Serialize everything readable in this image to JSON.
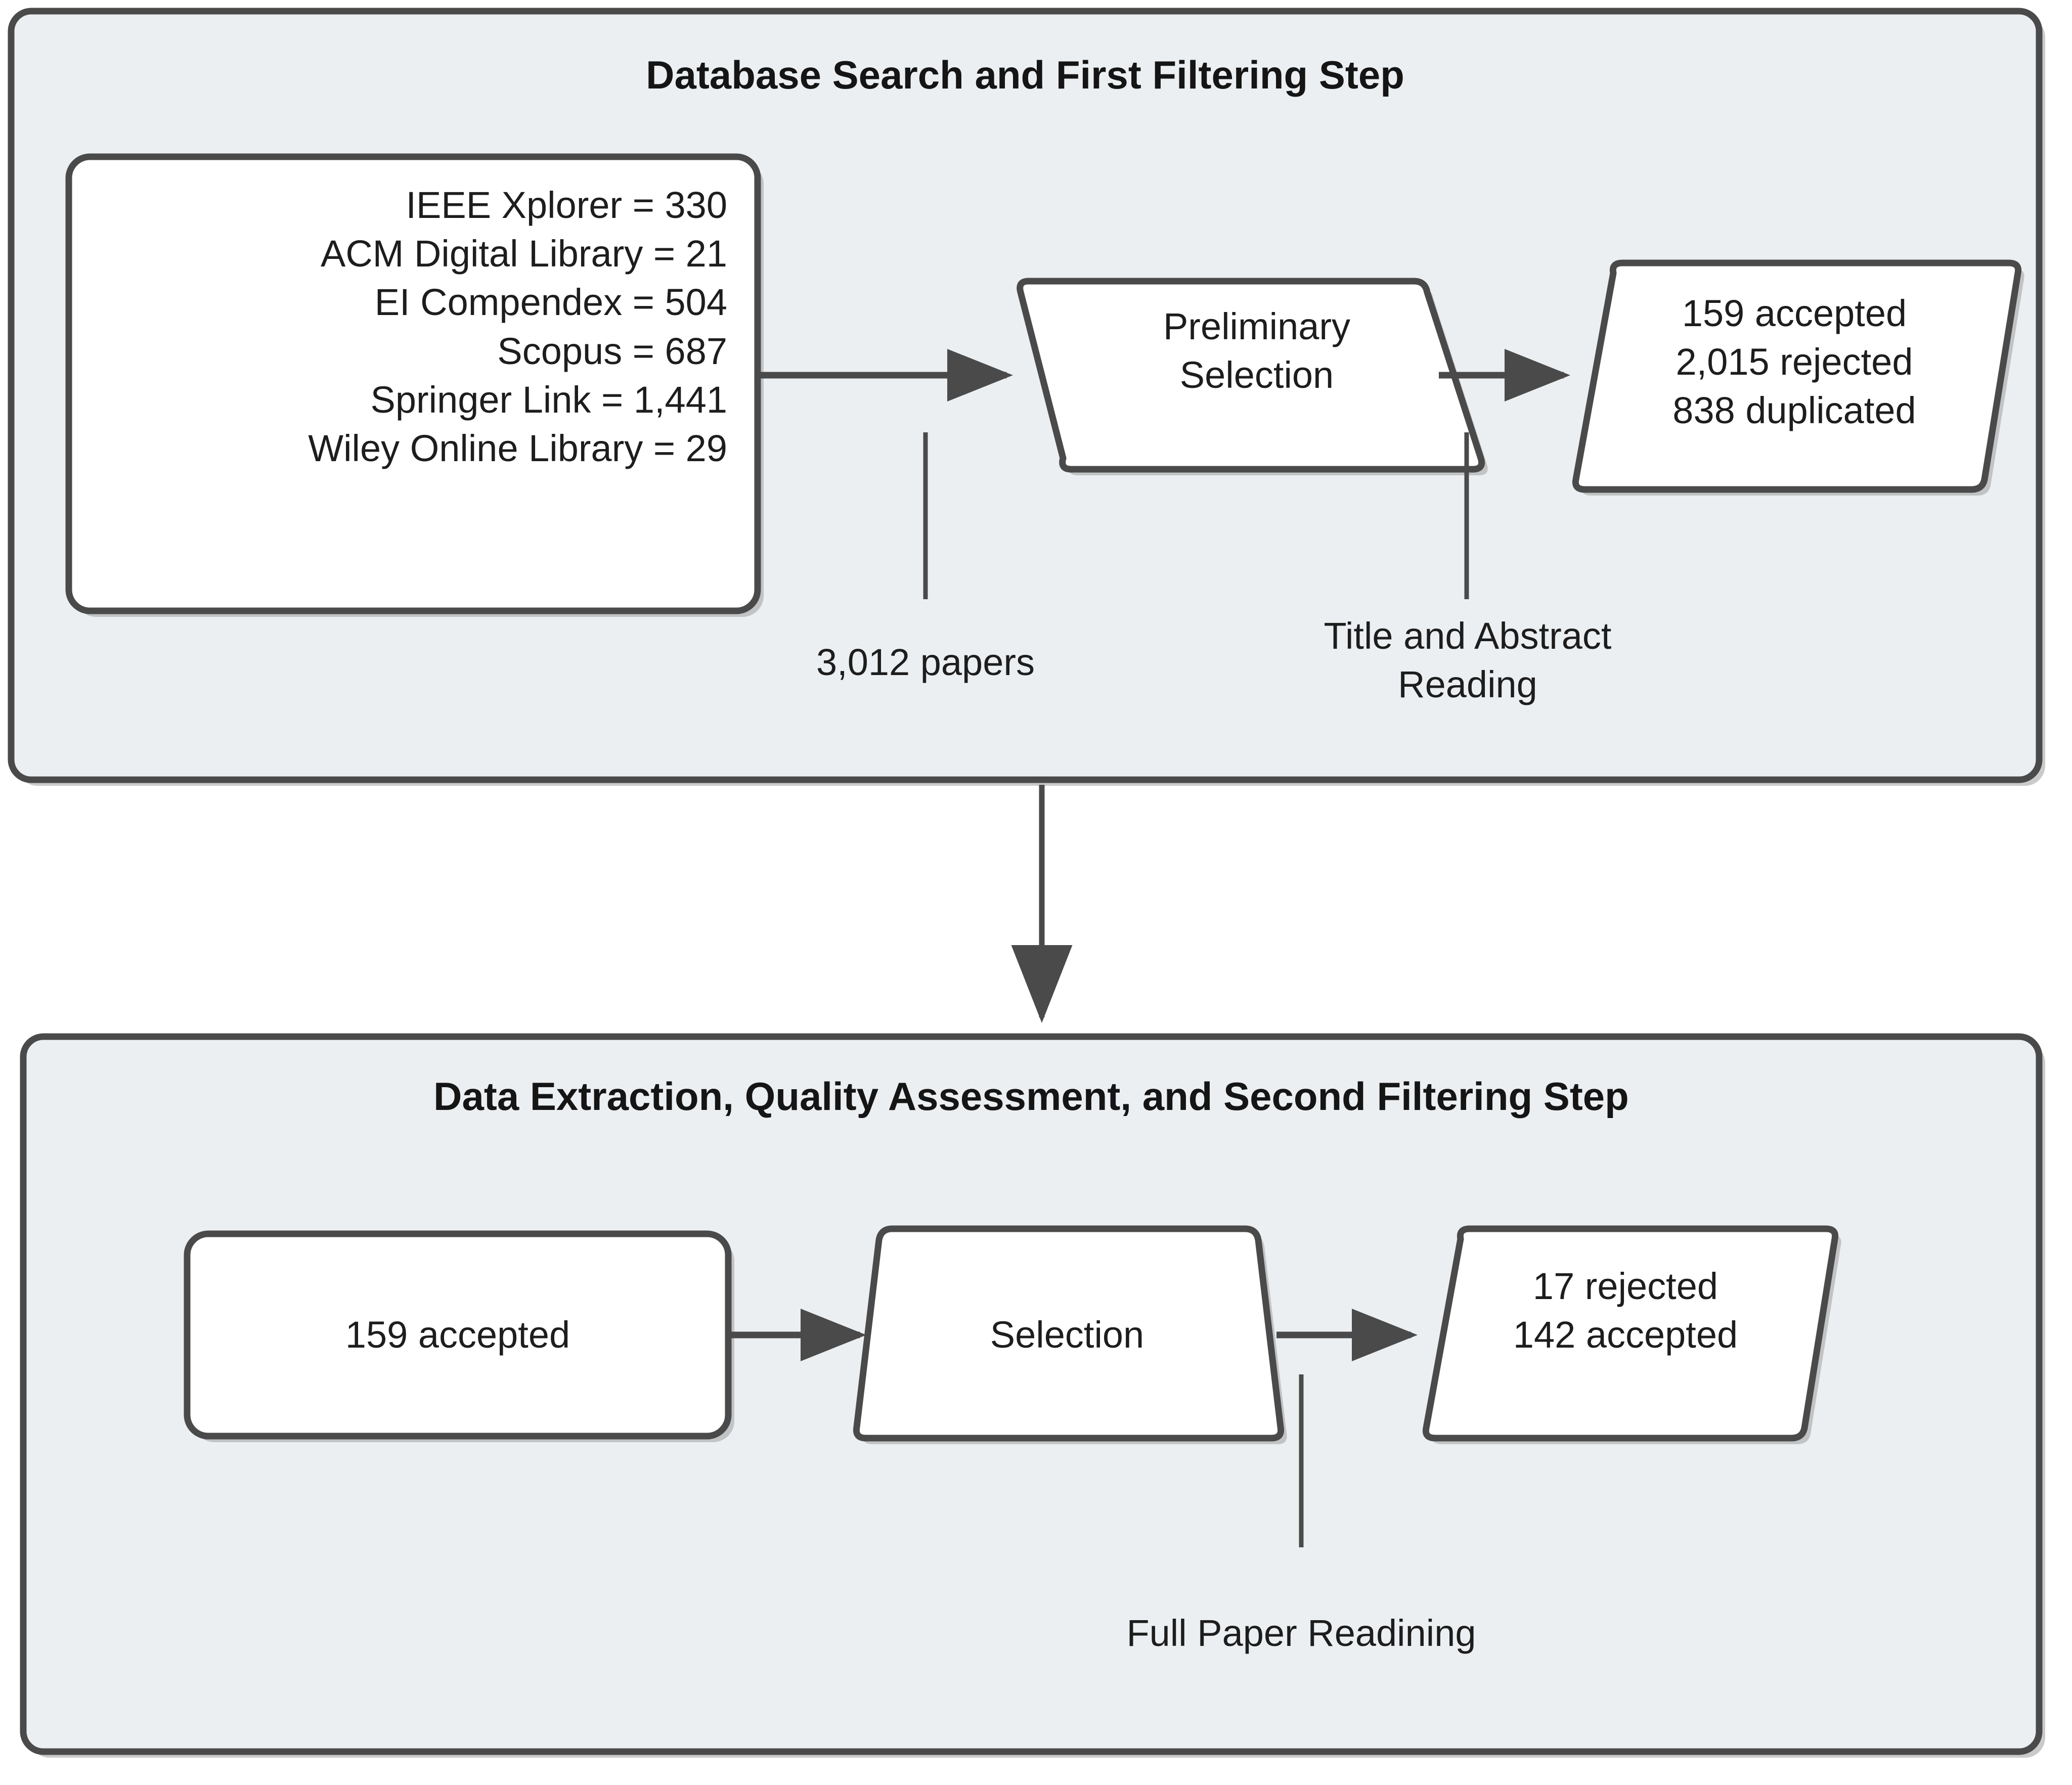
{
  "diagram": {
    "type": "flowchart",
    "title_hidden": "Systematic literature review selection process",
    "page_background": "#ffffff",
    "colors": {
      "group_fill": "#ECEFF1",
      "group_stroke": "#4A4A4A",
      "node_fill": "#FFFFFF",
      "node_stroke": "#4A4A4A",
      "edge_stroke": "#4A4A4A",
      "shadow": "#9E9E9E",
      "text": "#1d1d1d"
    },
    "groups": [
      {
        "id": "group-first-filtering",
        "title": "Database Search and First Filtering Step",
        "nodes": [
          {
            "id": "node-databases",
            "shape": "rounded-rect",
            "align": "right",
            "lines": [
              "IEEE Xplorer = 330",
              "ACM Digital Library = 21",
              "EI Compendex = 504",
              "Scopus = 687",
              "Springer Link = 1,441",
              "Wiley Online Library = 29"
            ],
            "text": "IEEE Xplorer = 330\nACM Digital Library = 21\nEI Compendex = 504\nScopus = 687\nSpringer Link = 1,441\nWiley Online Library = 29"
          },
          {
            "id": "node-preliminary-selection",
            "shape": "trapezoid",
            "align": "center",
            "lines": [
              "Preliminary",
              "Selection"
            ],
            "text": "Preliminary\nSelection"
          },
          {
            "id": "node-first-results",
            "shape": "parallelogram",
            "align": "center",
            "lines": [
              "159 accepted",
              "2,015 rejected",
              "838 duplicated"
            ],
            "text": "159 accepted\n2,015 rejected\n838 duplicated"
          }
        ],
        "annotations": [
          {
            "id": "annot-papers-count",
            "text": "3,012 papers"
          },
          {
            "id": "annot-title-abstract",
            "text": "Title and Abstract\nReading"
          }
        ]
      },
      {
        "id": "group-second-filtering",
        "title": "Data Extraction, Quality Assessment, and Second Filtering Step",
        "nodes": [
          {
            "id": "node-accepted-159",
            "shape": "rounded-rect",
            "align": "center",
            "lines": [
              "159 accepted"
            ],
            "text": "159 accepted"
          },
          {
            "id": "node-selection",
            "shape": "trapezoid",
            "align": "center",
            "lines": [
              "Selection"
            ],
            "text": "Selection"
          },
          {
            "id": "node-second-results",
            "shape": "parallelogram",
            "align": "center",
            "lines": [
              "17 rejected",
              "142 accepted"
            ],
            "text": "17 rejected\n142 accepted"
          }
        ],
        "annotations": [
          {
            "id": "annot-full-paper",
            "text": "Full Paper Readining"
          }
        ]
      }
    ],
    "counts": {
      "ieee_xplorer": 330,
      "acm_digital_library": 21,
      "ei_compendex": 504,
      "scopus": 687,
      "springer_link": 1441,
      "wiley_online_library": 29,
      "total_papers": 3012,
      "first_accepted": 159,
      "first_rejected": 2015,
      "first_duplicated": 838,
      "second_rejected": 17,
      "second_accepted": 142
    }
  }
}
